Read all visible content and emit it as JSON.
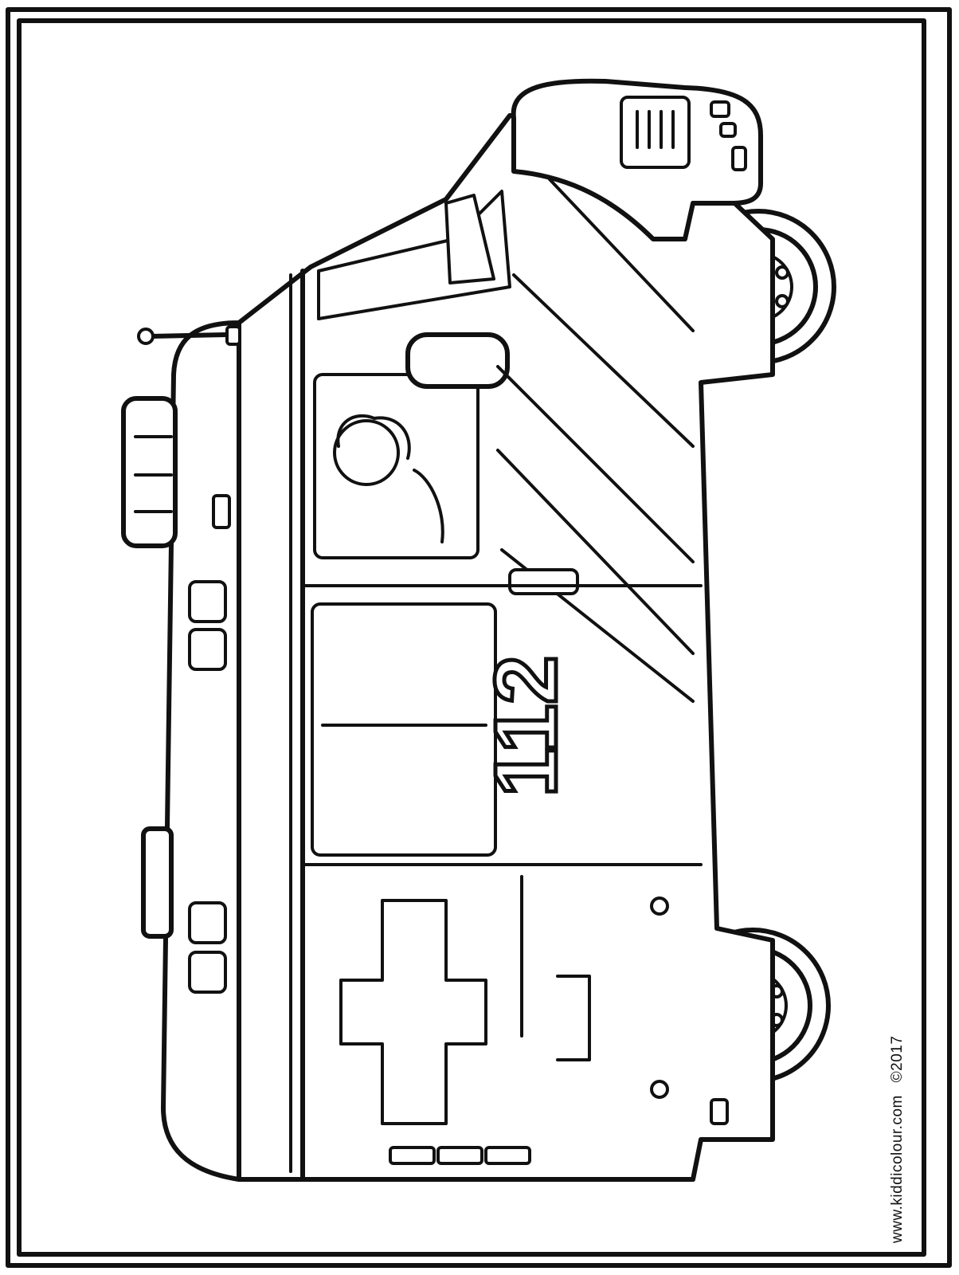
{
  "vehicle_number": "112",
  "credit": {
    "website": "www.kiddicolour.com",
    "copyright": "©2017"
  }
}
